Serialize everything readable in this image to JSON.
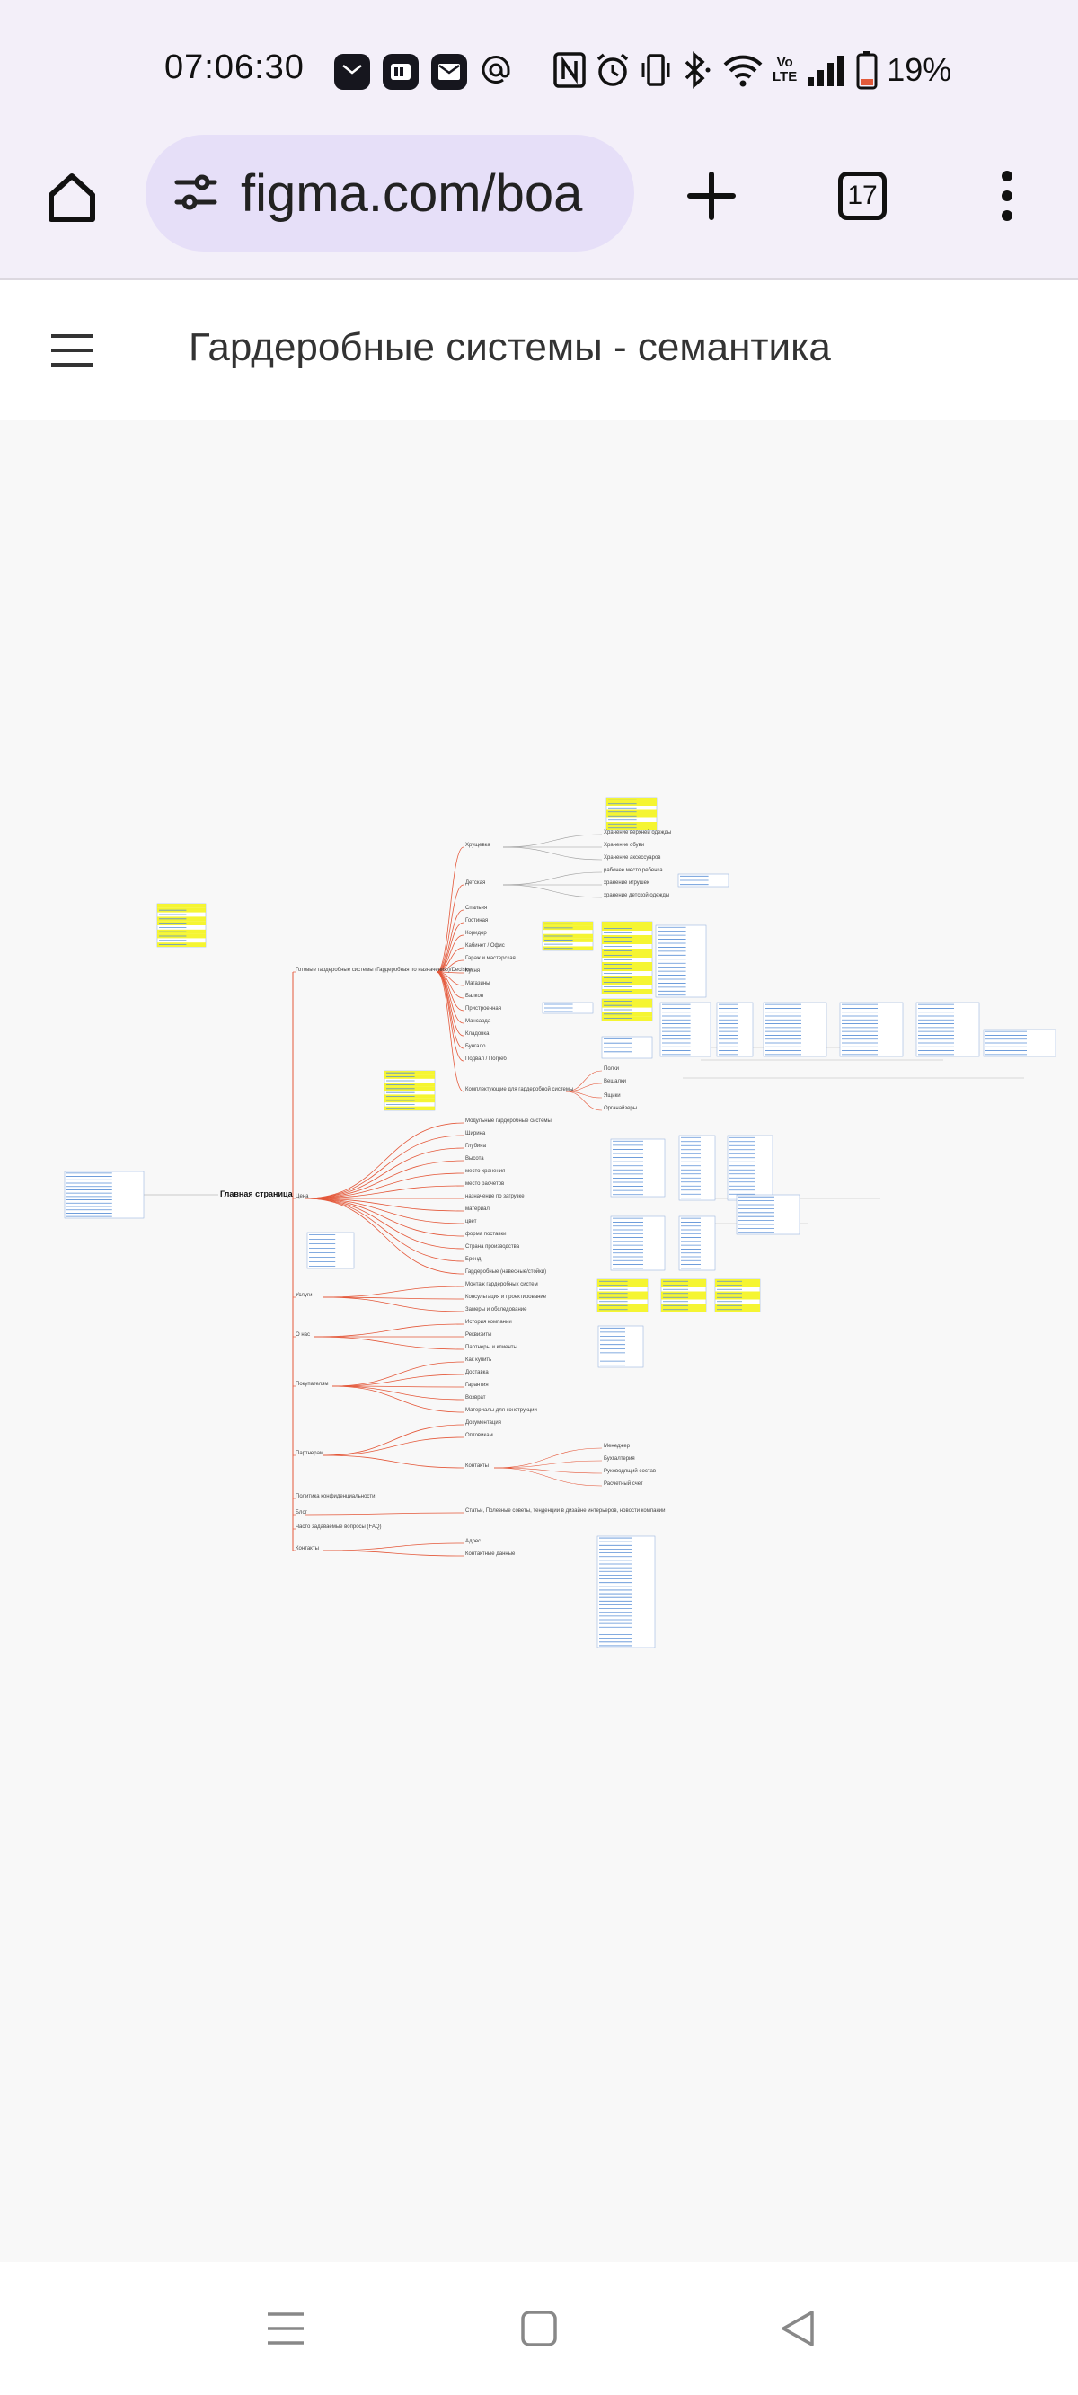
{
  "status_bar": {
    "time": "07:06:30",
    "battery": "19%",
    "network": "LTE",
    "voice": "Vo"
  },
  "browser": {
    "url": "figma.com/boa",
    "tab_count": "17"
  },
  "figma": {
    "file_title": "Гардеробные системы - семантика"
  },
  "mindmap": {
    "root": "Главная страница",
    "branches": [
      {
        "label": "Готовые гардеробные системы (Гардеробная по назначению)/Decision"
      },
      {
        "label": "Цена"
      },
      {
        "label": "Услуги"
      },
      {
        "label": "О нас"
      },
      {
        "label": "Покупателям"
      },
      {
        "label": "Партнерам"
      },
      {
        "label": "Политика конфиденциальности"
      },
      {
        "label": "Блог"
      },
      {
        "label": "Часто задаваемые вопросы (FAQ)"
      },
      {
        "label": "Контакты"
      }
    ],
    "decision_items": [
      "Хрущевка",
      "Детская",
      "Спальня",
      "Гостиная",
      "Коридор",
      "Кабинет / Офис",
      "Гараж и мастерская",
      "Кухня",
      "Магазины",
      "Балкон",
      "Пристроенная",
      "Мансарда",
      "Кладовка",
      "Бунгало",
      "Подвал / Погреб",
      "Комплектующие для гардеробной системы"
    ],
    "khrushchevka_items": [
      "Хранение верхней одежды",
      "Хранение обуви",
      "Хранение аксессуаров"
    ],
    "detskaya_items": [
      "рабочее место ребенка",
      "хранение игрушек",
      "хранение детской одежды"
    ],
    "component_items": [
      "Полки",
      "Вешалки",
      "Ящики",
      "Органайзеры"
    ],
    "price_items": [
      "Модульные гардеробные системы",
      "Ширина",
      "Глубина",
      "Высота",
      "место хранения",
      "место расчетов",
      "назначение по загрузке",
      "материал",
      "цвет",
      "форма поставки",
      "Страна производства",
      "Бренд",
      "Гардеробные (навесные/стойки)"
    ],
    "services_items": [
      "Монтаж гардеробных систем",
      "Консультация и проектирование",
      "Замеры и обследование"
    ],
    "about_items": [
      "История компании",
      "Реквизиты",
      "Партнеры и клиенты"
    ],
    "customer_items": [
      "Как купить",
      "Доставка",
      "Гарантия",
      "Возврат",
      "Материалы для конструкции"
    ],
    "partner_items": [
      "Документация",
      "Оптовикам",
      "Контакты"
    ],
    "partner_contacts_items": [
      "Менеджер",
      "Бухгалтерия",
      "Руководящий состав",
      "Расчетный счет"
    ],
    "blog_items": [
      "Статьи, Полезные советы, тенденции в дизайне интерьеров, новости компании"
    ],
    "contacts_items": [
      "Адрес",
      "Контактные данные"
    ]
  },
  "nav": {
    "recents": "recents-icon",
    "home": "home-square-icon",
    "back": "back-triangle-icon"
  },
  "colors": {
    "chrome_bg": "#f3eff9",
    "url_pill": "#e6dff8",
    "canvas_bg": "#f8f8f8",
    "mindmap_line": "#e4583a",
    "highlight": "#f5f532",
    "table_blue": "#5a8fd6"
  }
}
